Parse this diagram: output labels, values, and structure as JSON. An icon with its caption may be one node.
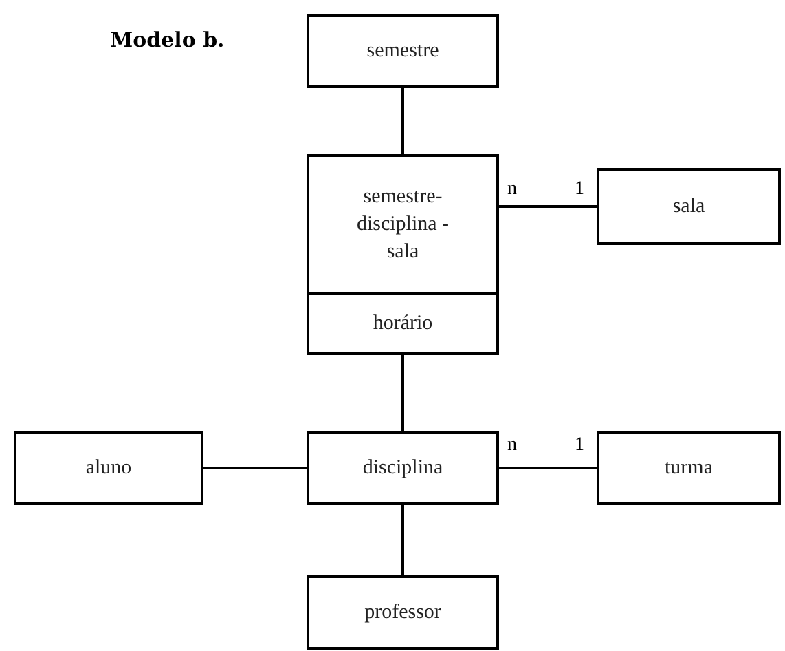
{
  "diagram": {
    "title": "Modelo b.",
    "nodes": [
      {
        "text": [
          "semestre"
        ]
      },
      {
        "text": [
          "semestre- disciplina -sala",
          "horário"
        ]
      },
      {
        "text": [
          "sala"
        ]
      },
      {
        "text": [
          "aluno"
        ]
      },
      {
        "text": [
          "disciplina"
        ]
      },
      {
        "text": [
          "turma"
        ]
      },
      {
        "text": [
          "professor"
        ]
      }
    ],
    "edges": [
      {
        "from": 0,
        "to": 1,
        "arrow": "none"
      },
      {
        "from": 1,
        "to": 2,
        "arrow": "none"
      },
      {
        "from": 1,
        "to": 4,
        "arrow": "none"
      },
      {
        "from": 3,
        "to": 4,
        "arrow": "none"
      },
      {
        "from": 4,
        "to": 5,
        "arrow": "none"
      },
      {
        "from": 4,
        "to": 6,
        "arrow": "none"
      }
    ],
    "labels": [
      "n",
      "1",
      "n",
      "1"
    ]
  }
}
